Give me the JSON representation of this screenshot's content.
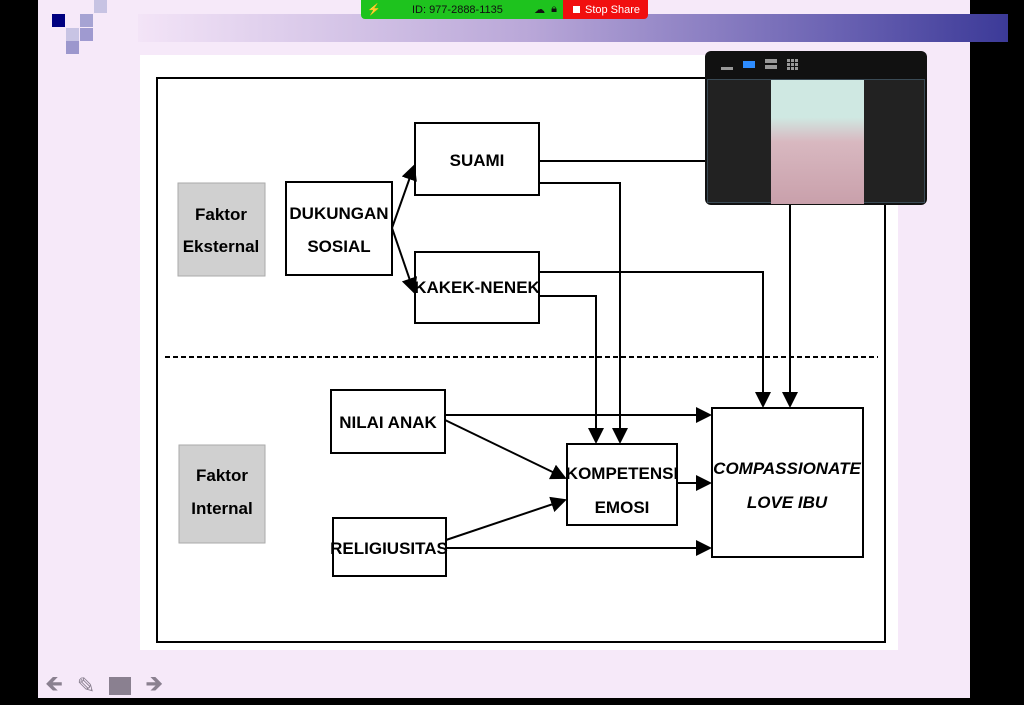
{
  "zoom_bar": {
    "meeting_id": "ID: 977-2888-1135",
    "stop_share": "Stop Share"
  },
  "diagram": {
    "faktor_eksternal": [
      "Faktor",
      "Eksternal"
    ],
    "faktor_internal": [
      "Faktor",
      "Internal"
    ],
    "dukungan_sosial": [
      "DUKUNGAN",
      "SOSIAL"
    ],
    "suami": "SUAMI",
    "kakek_nenek": "KAKEK-NENEK",
    "nilai_anak": "NILAI ANAK",
    "religiusitas": "RELIGIUSITAS",
    "kompetensi_emosi": [
      "KOMPETENSI",
      "EMOSI"
    ],
    "compassionate_love": [
      "COMPASSIONATE",
      "LOVE IBU"
    ]
  },
  "colors": {
    "zoom_green": "#1ec31e",
    "stop_red": "#f10f0f",
    "slide_bg": "#f6e9f9"
  }
}
